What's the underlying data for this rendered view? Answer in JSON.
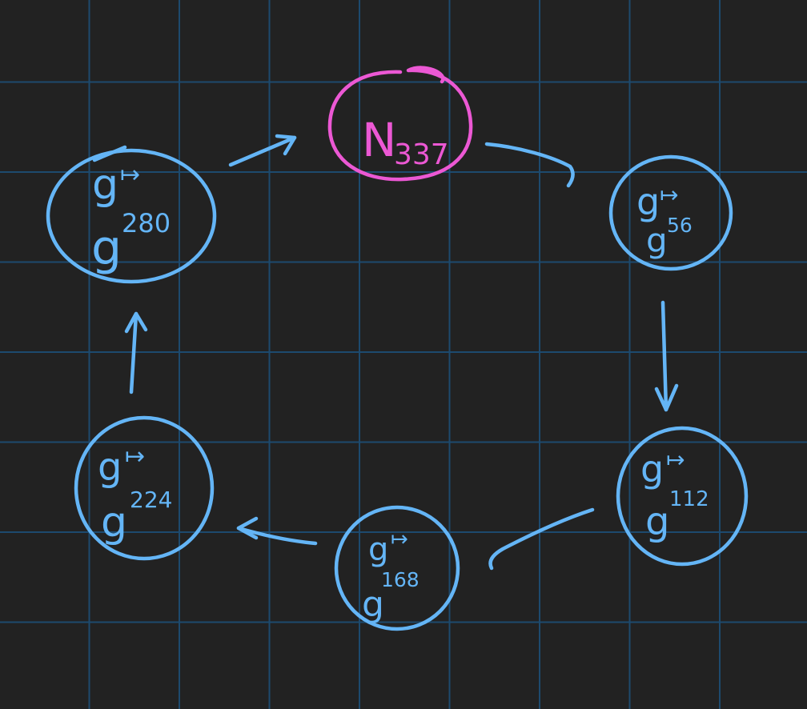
{
  "colors": {
    "background": "#222222",
    "grid": "#1d4a6e",
    "node_ink": "#64b5f6",
    "highlight_ink": "#ec58d4"
  },
  "center": {
    "base": "N",
    "subscript": "337"
  },
  "nodes": [
    {
      "base": "g",
      "maps_to": "↦",
      "power": "56"
    },
    {
      "base": "g",
      "maps_to": "↦",
      "power": "112"
    },
    {
      "base": "g",
      "maps_to": "↦",
      "power": "168"
    },
    {
      "base": "g",
      "maps_to": "↦",
      "power": "224"
    },
    {
      "base": "g",
      "maps_to": "↦",
      "power": "280"
    }
  ]
}
